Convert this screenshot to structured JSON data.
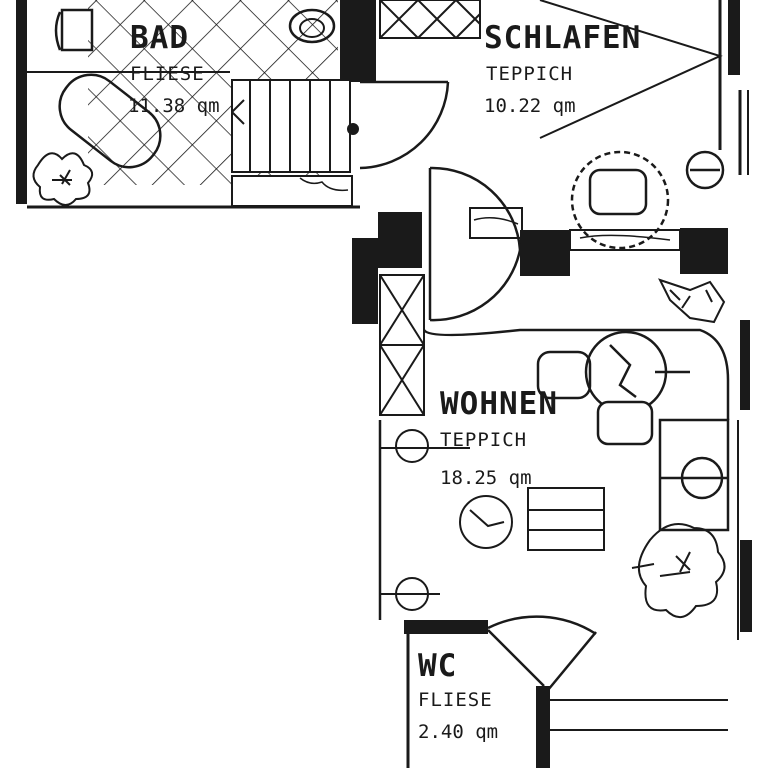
{
  "rooms": {
    "bad": {
      "name": "BAD",
      "floor": "FLIESE",
      "area": "11.38 qm"
    },
    "schlafen": {
      "name": "SCHLAFEN",
      "floor": "TEPPICH",
      "area": "10.22 qm"
    },
    "wohnen": {
      "name": "WOHNEN",
      "floor": "TEPPICH",
      "area": "18.25 qm"
    },
    "wc": {
      "name": "WC",
      "floor": "FLIESE",
      "area": "2.40 qm"
    }
  },
  "colors": {
    "ink": "#1a1a1a",
    "paper": "#ffffff"
  }
}
